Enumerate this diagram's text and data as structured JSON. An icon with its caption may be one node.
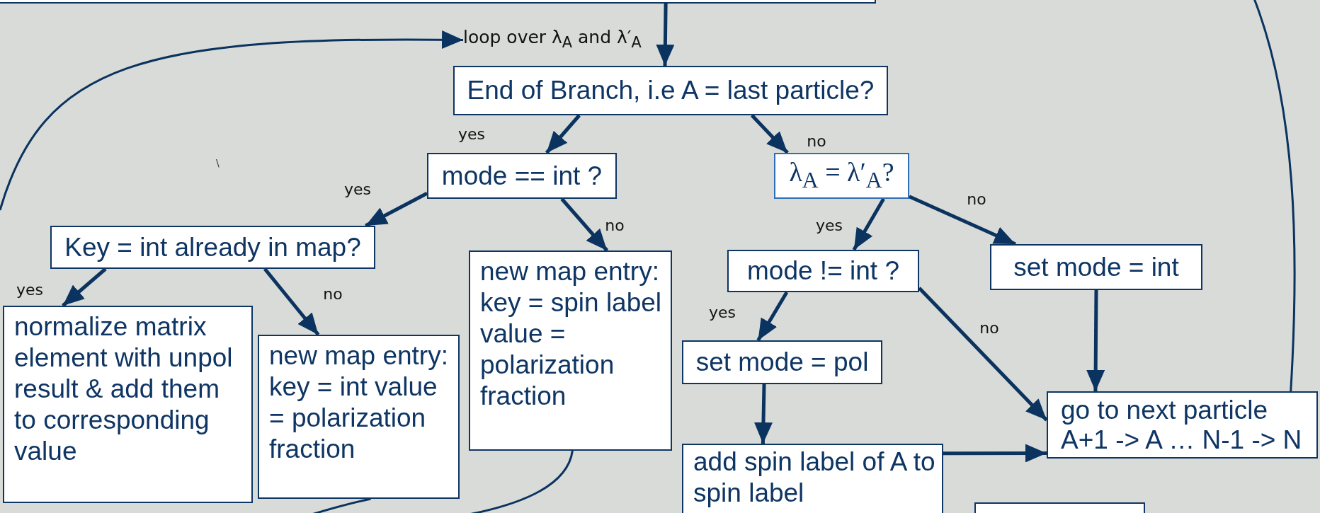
{
  "diagram": {
    "nodes": [
      {
        "text": [],
        "shape": "box"
      },
      {
        "text": [
          "loop over λ$_{A}$ and λ′$_{A}$"
        ]
      },
      {
        "text": [
          "End of Branch, i.e A = last particle?"
        ]
      },
      {
        "text": [
          "mode == int ?"
        ]
      },
      {
        "text": [
          "λ$_{A}$ = λ′$_{A}$?"
        ]
      },
      {
        "text": [
          "Key = int already in map?"
        ]
      },
      {
        "text": [
          "new map entry: key = spin label value = polarization fraction"
        ]
      },
      {
        "text": [
          "mode != int ?"
        ]
      },
      {
        "text": [
          "set mode = int"
        ]
      },
      {
        "text": [
          "normalize matrix element with unpol result & add them to corresponding value"
        ]
      },
      {
        "text": [
          "new map entry: key = int value = polarization fraction"
        ]
      },
      {
        "text": [
          "set mode = pol"
        ]
      },
      {
        "text": [
          "add spin label of A to spin label"
        ]
      },
      {
        "text": [
          "go to next particle A+1 -> A … N-1 -> N"
        ]
      },
      {
        "text": [],
        "shape": "box"
      }
    ],
    "edges": [
      {
        "from": 0,
        "to": 2,
        "arrow": "to"
      },
      {
        "from": null,
        "to": 1,
        "arrow": "to"
      },
      {
        "from": 2,
        "to": 3,
        "arrow": "to",
        "label": "yes"
      },
      {
        "from": 2,
        "to": 4,
        "arrow": "to",
        "label": "no"
      },
      {
        "from": 3,
        "to": 5,
        "arrow": "to",
        "label": "yes"
      },
      {
        "from": 3,
        "to": 6,
        "arrow": "to",
        "label": "no"
      },
      {
        "from": 4,
        "to": 7,
        "arrow": "to",
        "label": "yes"
      },
      {
        "from": 4,
        "to": 8,
        "arrow": "to",
        "label": "no"
      },
      {
        "from": 5,
        "to": 9,
        "arrow": "to",
        "label": "yes"
      },
      {
        "from": 5,
        "to": 10,
        "arrow": "to",
        "label": "no"
      },
      {
        "from": 7,
        "to": 11,
        "arrow": "to",
        "label": "yes"
      },
      {
        "from": 7,
        "to": 13,
        "arrow": "to",
        "label": "no"
      },
      {
        "from": 8,
        "to": 13,
        "arrow": "to"
      },
      {
        "from": 11,
        "to": 12,
        "arrow": "to"
      },
      {
        "from": 12,
        "to": 13,
        "arrow": "to"
      },
      {
        "from": 13,
        "to": null,
        "arrow": "none"
      },
      {
        "from": 10,
        "to": null,
        "arrow": "none"
      },
      {
        "from": 6,
        "to": null,
        "arrow": "none"
      }
    ],
    "labels": [
      "\\"
    ]
  }
}
